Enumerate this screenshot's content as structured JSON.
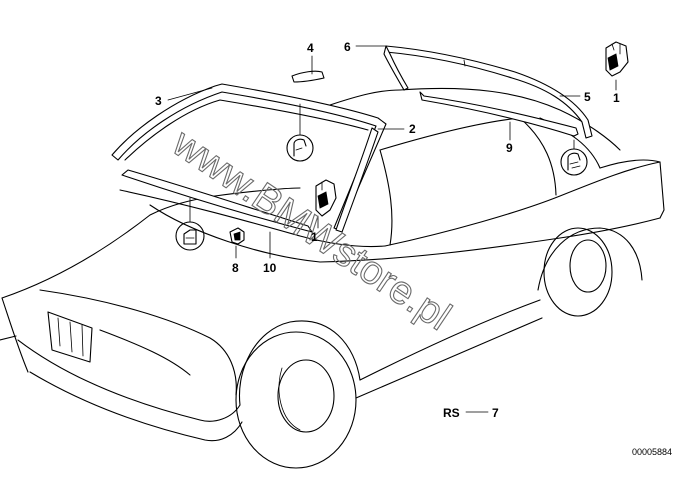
{
  "diagram": {
    "labels": {
      "p1_right": "1",
      "p1_mid": "1",
      "p2": "2",
      "p3": "3",
      "p4": "4",
      "p5": "5",
      "p6": "6",
      "p8": "8",
      "p9": "9",
      "p10": "10"
    },
    "rs_label": "RS",
    "rs_number": "7",
    "watermark": "www.BMWstore.pl",
    "diagram_code": "00005884"
  },
  "icons": [
    "windshield-profile-icon",
    "clip-cross-section-icon",
    "rear-seal-detail-icon"
  ],
  "colors": {
    "line": "#000000",
    "background": "#ffffff",
    "watermark": "#6a6a6a"
  }
}
